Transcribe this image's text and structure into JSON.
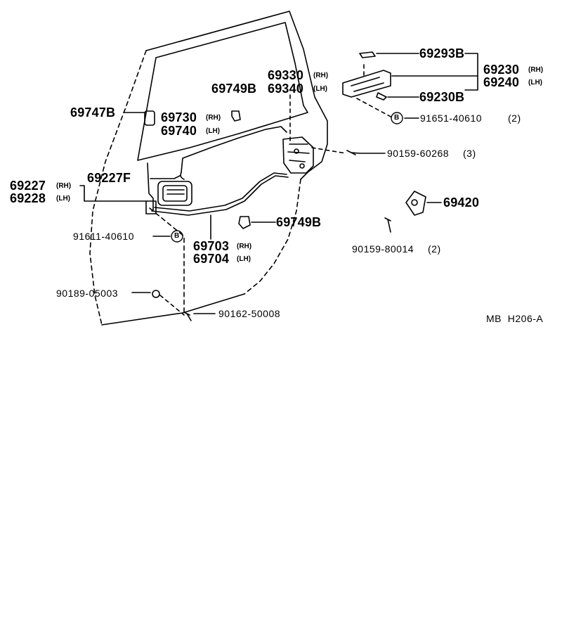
{
  "diagram": {
    "side_rh": "(RH)",
    "side_lh": "(LH)",
    "circle_marker": "B",
    "parts": {
      "p69293B": "69293B",
      "p69230": "69230",
      "p69240": "69240",
      "p69230B": "69230B",
      "p91651": "91651-40610",
      "p91651_qty": "(2)",
      "p69330": "69330",
      "p69340": "69340",
      "p69749B_top": "69749B",
      "p69747B": "69747B",
      "p69730": "69730",
      "p69740": "69740",
      "p90159_60268": "90159-60268",
      "p90159_60268_qty": "(3)",
      "p69227F": "69227F",
      "p69227": "69227",
      "p69228": "69228",
      "p69420": "69420",
      "p69749B_bottom": "69749B",
      "p91611": "91611-40610",
      "p69703": "69703",
      "p69704": "69704",
      "p90159_80014": "90159-80014",
      "p90159_80014_qty": "(2)",
      "p90189": "90189-05003",
      "p90162": "90162-50008"
    },
    "reference_code": "MB  H206-A"
  }
}
